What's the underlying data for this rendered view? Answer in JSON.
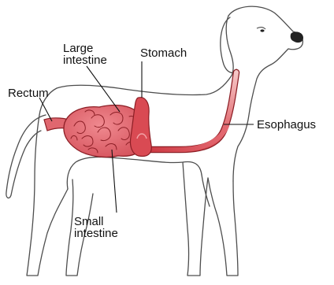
{
  "labels": {
    "large_intestine": [
      "Large",
      "intestine"
    ],
    "stomach": "Stomach",
    "rectum": "Rectum",
    "esophagus": "Esophagus",
    "small_intestine": [
      "Small",
      "intestine"
    ]
  },
  "colors": {
    "outline": "#4d4d4d",
    "organ_fill": "#e0676f",
    "organ_stroke": "#8c1e25",
    "esophagus_light": "#f6c7c7",
    "esophagus_dark": "#d9474f",
    "leader_line": "#111111"
  }
}
